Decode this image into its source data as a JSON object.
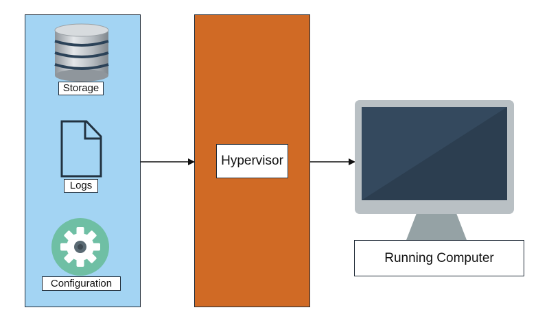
{
  "diagram": {
    "sources": {
      "storage_label": "Storage",
      "logs_label": "Logs",
      "configuration_label": "Configuration"
    },
    "hypervisor_label": "Hypervisor",
    "output_label": "Running Computer"
  },
  "colors": {
    "left_panel": "#a3d4f3",
    "hypervisor_panel": "#d06a25",
    "monitor_frame": "#b9c0c4",
    "monitor_screen": "#34495e",
    "gear_badge": "#6fbfa4"
  },
  "icons": [
    "database-icon",
    "document-icon",
    "gear-icon",
    "monitor-icon"
  ]
}
